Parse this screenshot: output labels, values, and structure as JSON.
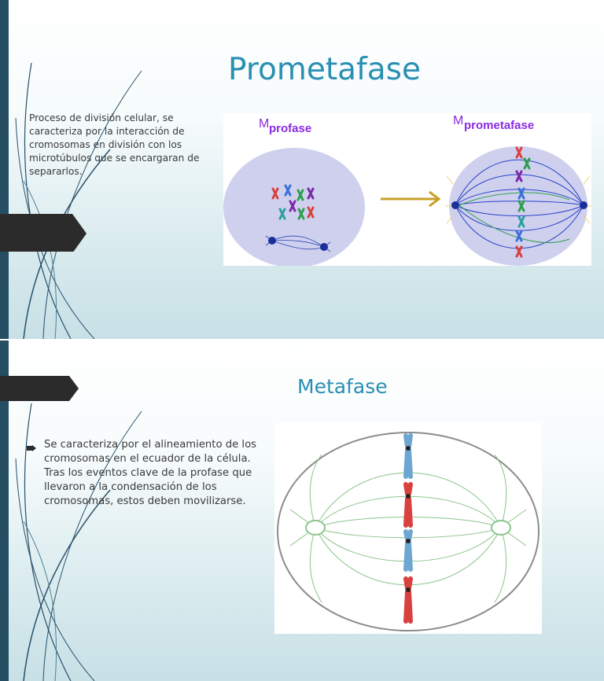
{
  "slides": [
    {
      "title": "Prometafase",
      "body": "Proceso de división celular, se caracteriza por la interacción de cromosomas en división con los microtúbulos que se encargaran de separarlos.",
      "figure": {
        "left_label_base": "M",
        "left_label_sub": "profase",
        "right_label_base": "M",
        "right_label_sub": "prometafase"
      }
    },
    {
      "title": "Metafase",
      "bullet": "Se caracteriza por el alineamiento de los cromosomas en el ecuador de la célula. Tras los eventos clave de la profase que llevaron a la condensación de los cromosomas, estos deben movilizarse."
    }
  ],
  "colors": {
    "title": "#2a8fb2",
    "sidebar": "#254e63",
    "arrow_tab": "#2b2b2b",
    "chromosome_red": "#d9413e",
    "chromosome_blue": "#6ea6d2",
    "label_purple": "#8a2be2"
  }
}
